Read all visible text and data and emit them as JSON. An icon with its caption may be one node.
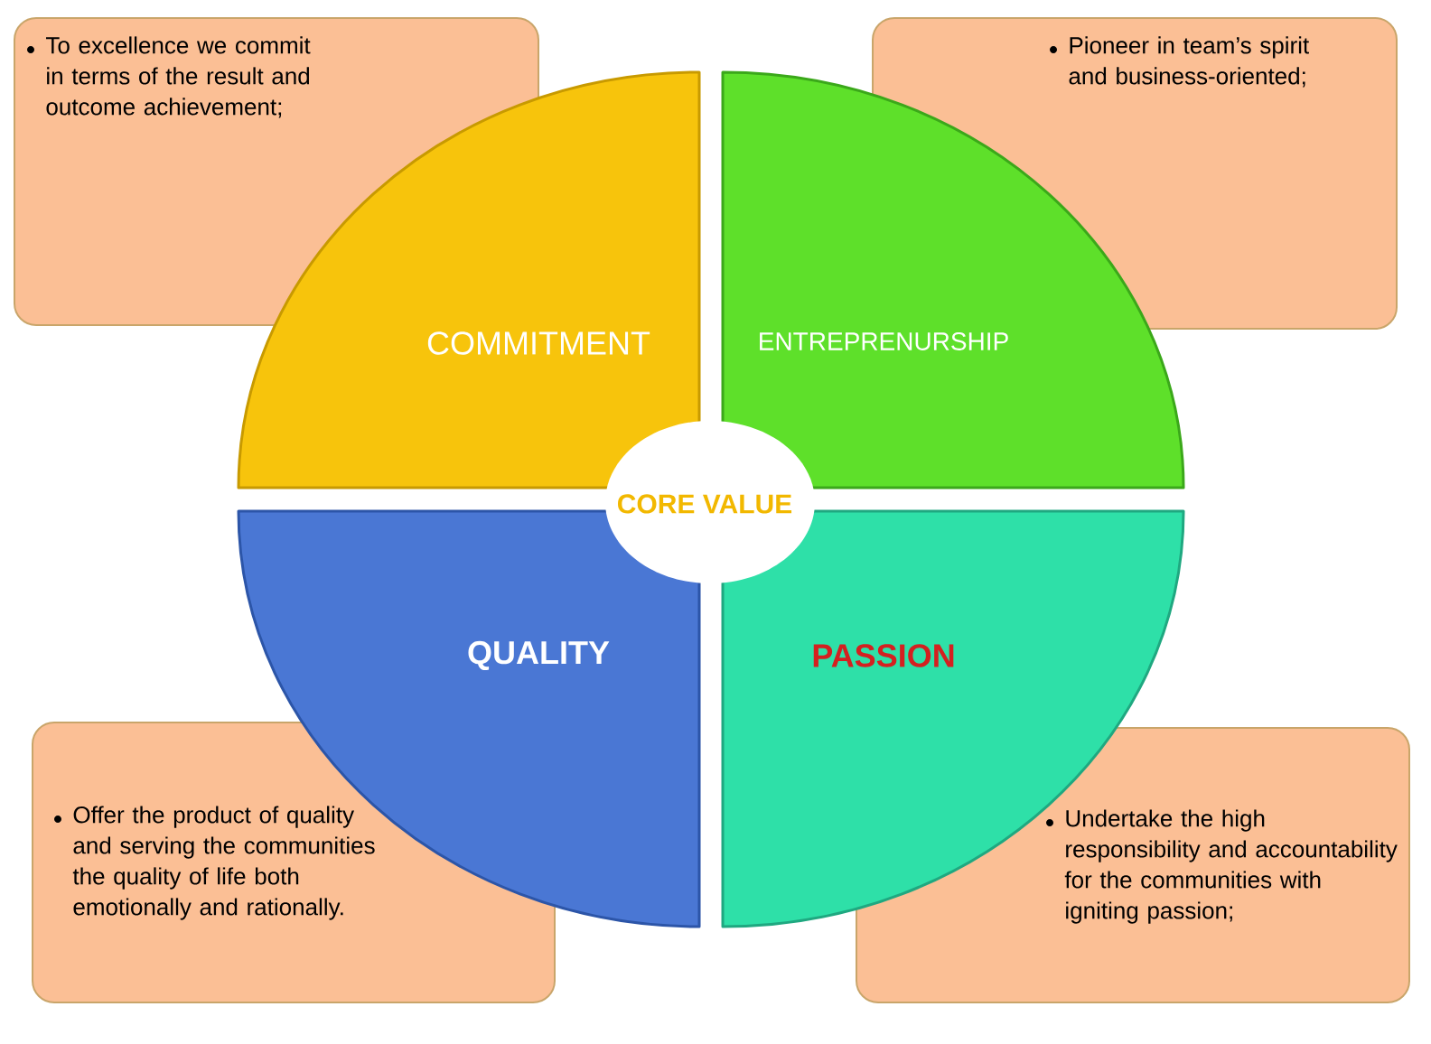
{
  "diagram": {
    "nodes": [
      {
        "text": [
          "To excellence  we commit in terms of the result and outcome achievement;"
        ]
      },
      {
        "text": [
          "Pioneer in team’s spirit and business-oriented;"
        ]
      },
      {
        "text": [
          "COMMITMENT"
        ]
      },
      {
        "text": [
          "ENTREPRENURSHIP"
        ]
      },
      {
        "text": [
          "CORE VALUE"
        ]
      },
      {
        "text": [
          "QUALITY"
        ]
      },
      {
        "text": [
          "PASSION"
        ]
      },
      {
        "text": [
          "Offer the product of quality and serving the communities the quality of life both emotionally and rationally."
        ]
      },
      {
        "text": [
          "Undertake the high responsibility and accountability for the communities with igniting passion;"
        ]
      }
    ]
  }
}
